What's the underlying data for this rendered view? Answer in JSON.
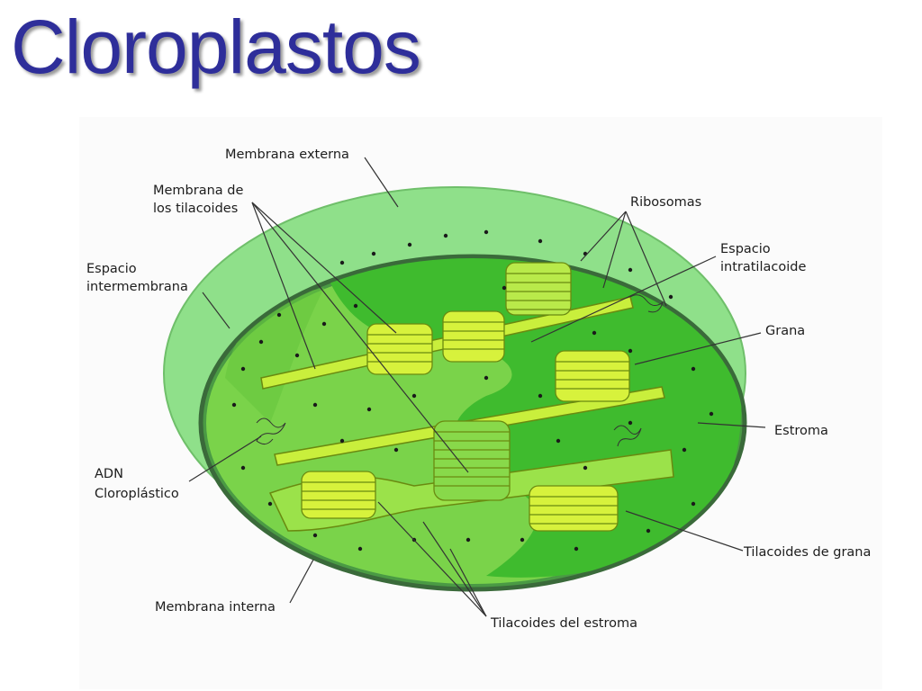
{
  "title": "Cloroplastos",
  "labels": {
    "membrana_externa": "Membrana externa",
    "membrana_tilacoides_1": "Membrana de",
    "membrana_tilacoides_2": "los tilacoides",
    "ribosomas": "Ribosomas",
    "espacio_intra_1": "Espacio",
    "espacio_intra_2": "intratilacoide",
    "espacio_inter_1": "Espacio",
    "espacio_inter_2": "intermembrana",
    "grana": "Grana",
    "estroma": "Estroma",
    "adn_1": "ADN",
    "adn_2": "Cloroplástico",
    "tilacoides_grana": "Tilacoides de grana",
    "membrana_interna": "Membrana interna",
    "tilacoides_estroma": "Tilacoides del estroma"
  },
  "colors": {
    "title": "#2e2e9a",
    "outer_membrane": "#8fe08a",
    "stroma_light": "#7ad34a",
    "stroma_dark": "#3fbb2e",
    "thylakoid": "#c9ef3c",
    "thylakoid_stroke": "#6a8a10"
  }
}
